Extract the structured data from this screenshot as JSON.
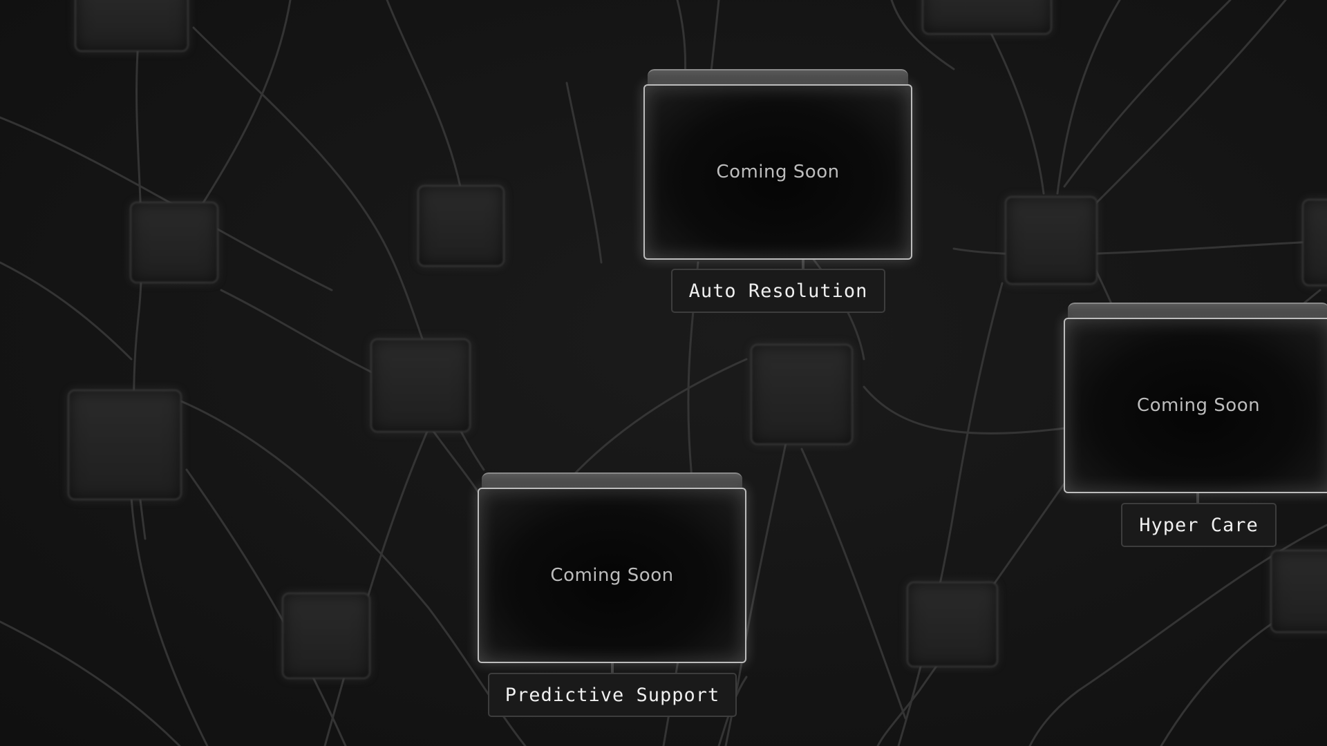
{
  "cards": [
    {
      "id": "auto-resolution",
      "status": "Coming Soon",
      "label": "Auto Resolution"
    },
    {
      "id": "hyper-care",
      "status": "Coming Soon",
      "label": "Hyper Care"
    },
    {
      "id": "predictive-support",
      "status": "Coming Soon",
      "label": "Predictive Support"
    }
  ],
  "colors": {
    "background": "#141414",
    "card_border": "#bdbdbd",
    "wire": "#3a3a3a",
    "label_text": "#f0f0f0"
  }
}
